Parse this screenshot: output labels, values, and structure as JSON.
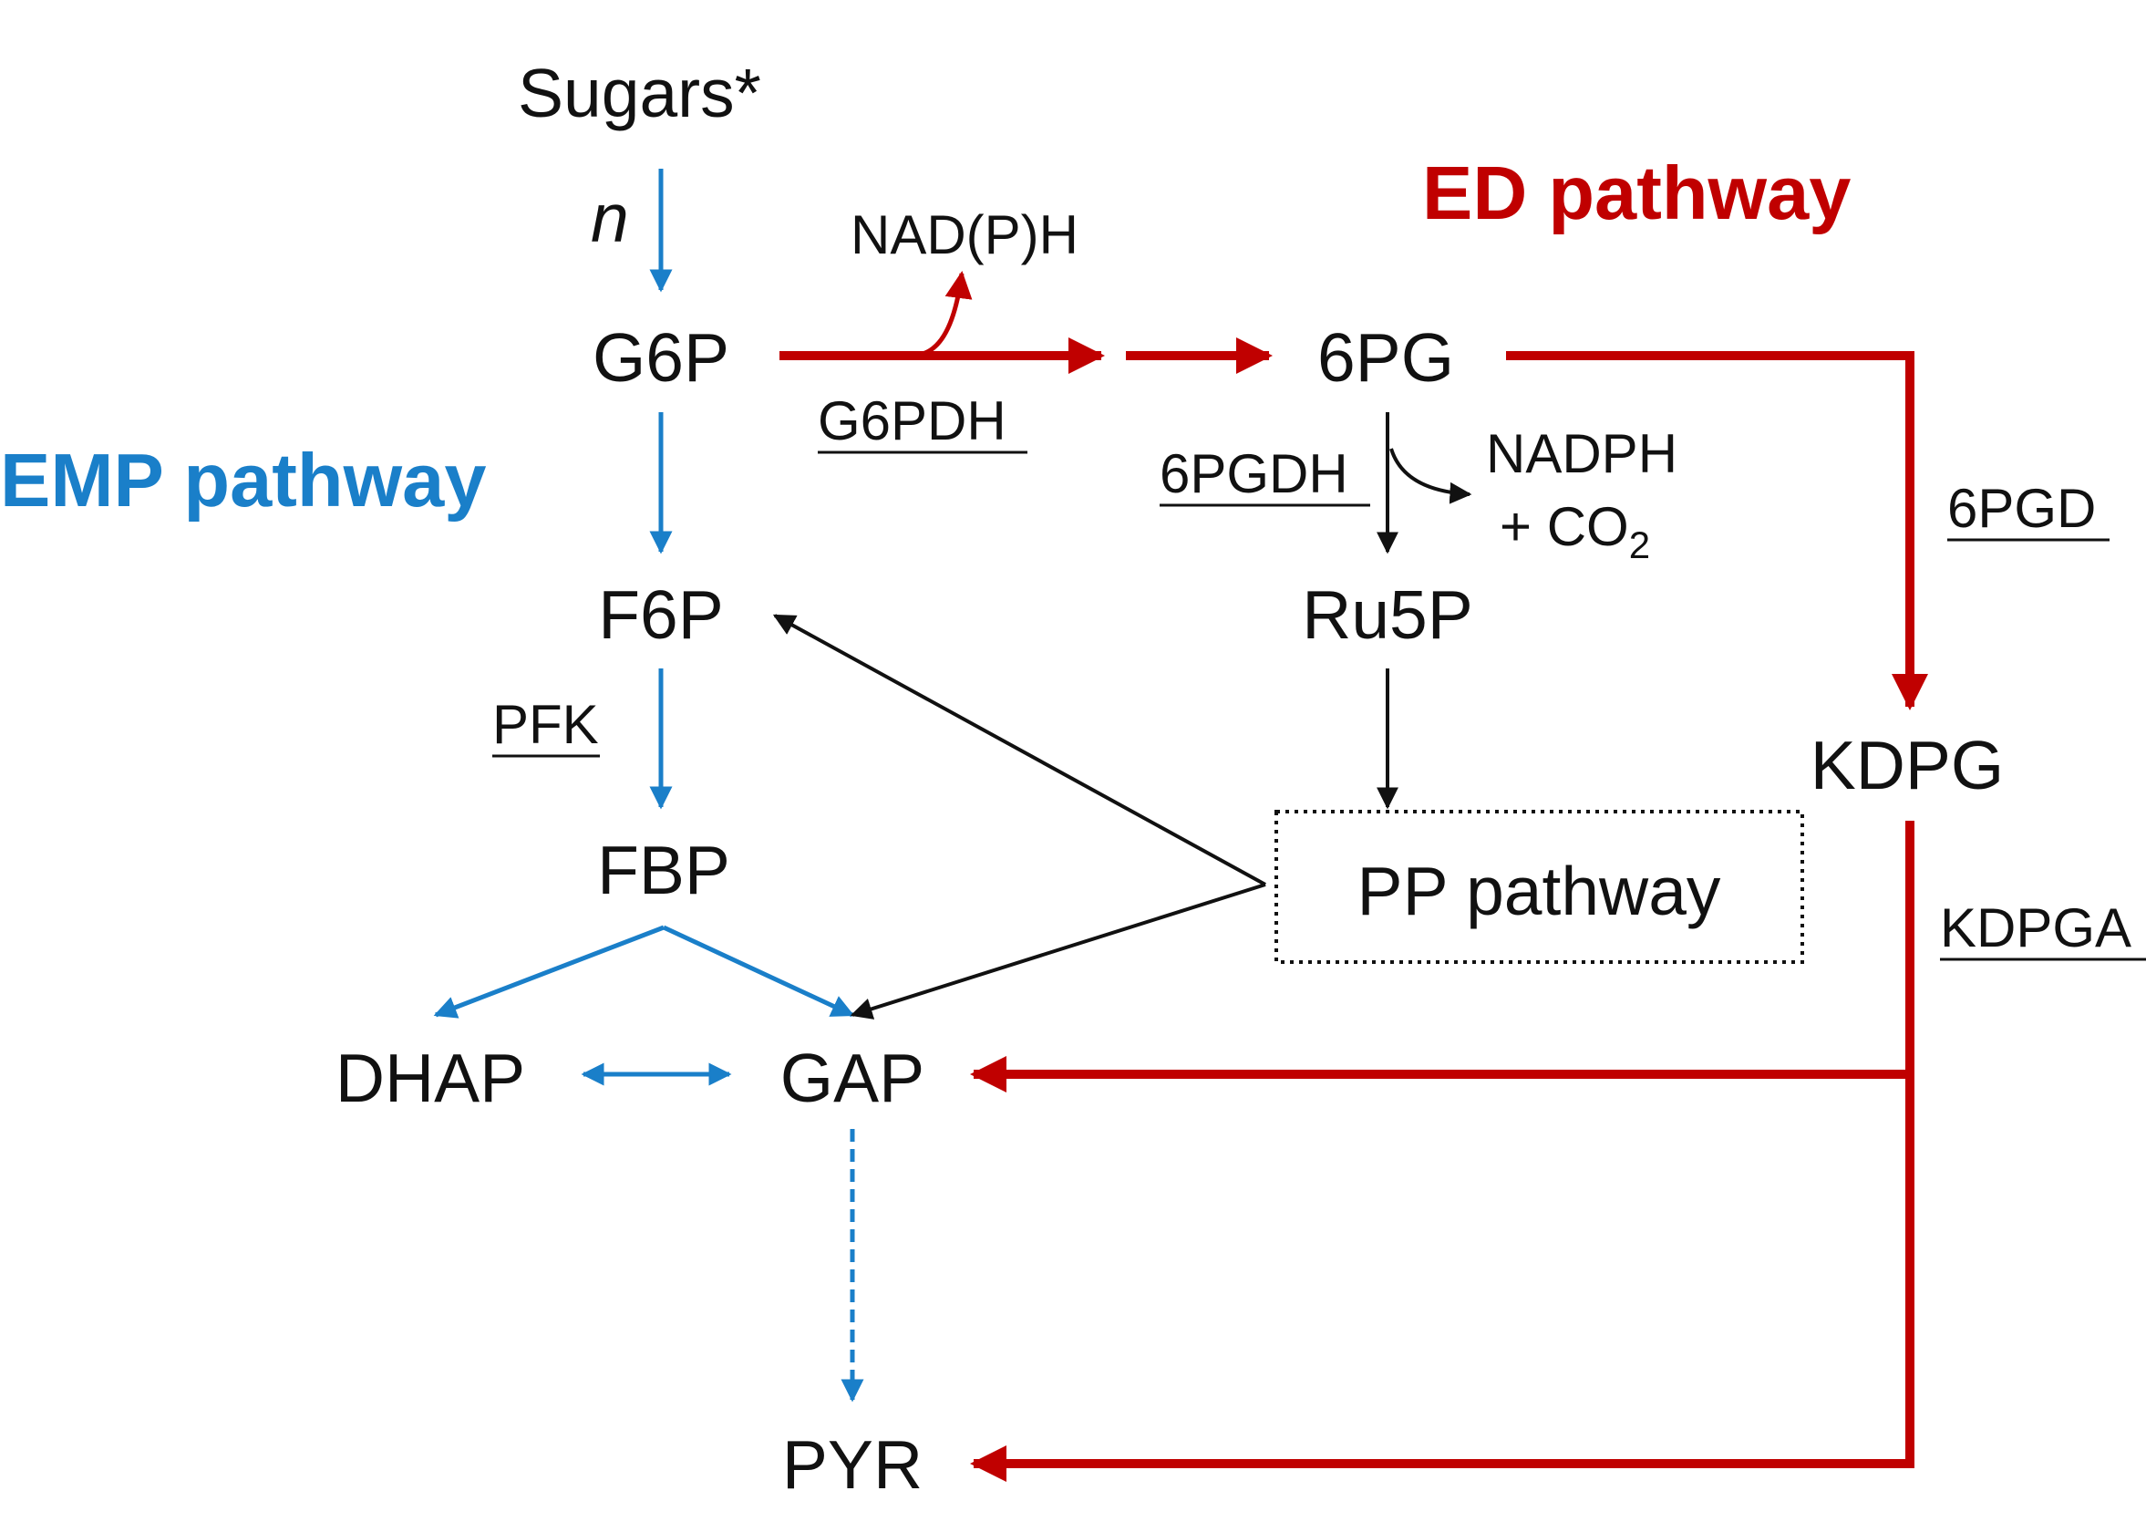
{
  "metabolites": {
    "sugars": "Sugars*",
    "g6p": "G6P",
    "f6p": "F6P",
    "fbp": "FBP",
    "dhap": "DHAP",
    "gap": "GAP",
    "pyr": "PYR",
    "pg6": "6PG",
    "ru5p": "Ru5P",
    "kdpg": "KDPG",
    "pp": "PP pathway"
  },
  "enzymes": {
    "g6pdh": "G6PDH",
    "pgdh6": "6PGDH",
    "pfk": "PFK",
    "pgd6": "6PGD",
    "kdpga": "KDPGA"
  },
  "cofactors": {
    "nadph_top": "NAD(P)H",
    "nadph": "NADPH",
    "co2_prefix": "+ CO",
    "co2_sub": "2",
    "n_label": "n"
  },
  "pathways": {
    "emp": "EMP pathway",
    "ed": "ED pathway"
  },
  "colors": {
    "emp_blue": "#1a7fc9",
    "ed_red": "#c00000",
    "pp_black": "#111111"
  }
}
